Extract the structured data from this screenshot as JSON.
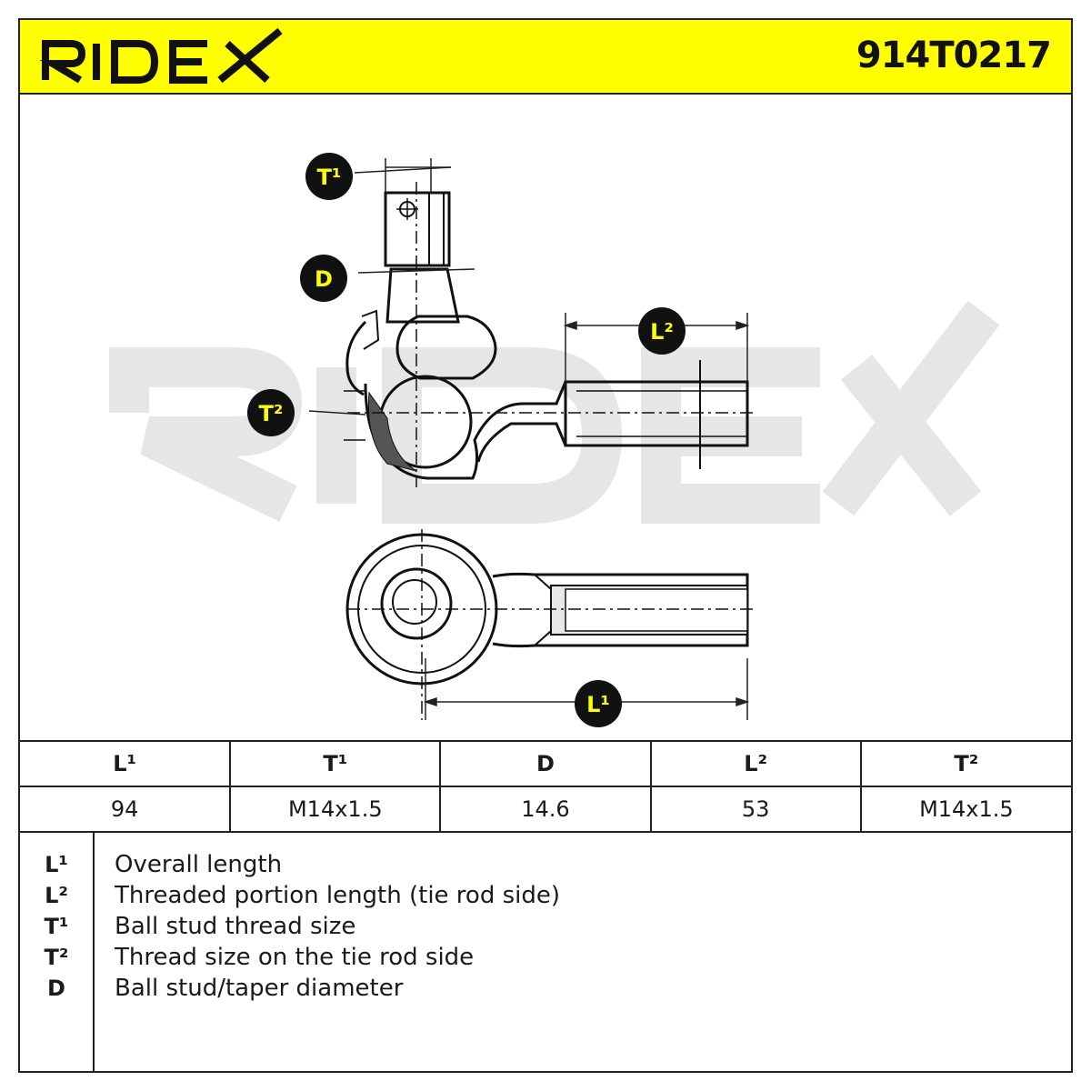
{
  "header": {
    "brand": "RIDEX",
    "part_number": "914T0217",
    "colors": {
      "brand_yellow": "#ffff00",
      "badge_bg": "#111111",
      "badge_text": "#ffff00"
    }
  },
  "diagram": {
    "watermark": "RIDEX",
    "labels": {
      "t1": "T¹",
      "d": "D",
      "t2": "T²",
      "l2": "L²",
      "l1": "L¹"
    }
  },
  "spec_table": {
    "headers": [
      "L¹",
      "T¹",
      "D",
      "L²",
      "T²"
    ],
    "values": [
      "94",
      "M14x1.5",
      "14.6",
      "53",
      "M14x1.5"
    ]
  },
  "legend": [
    {
      "symbol": "L¹",
      "text": "Overall length"
    },
    {
      "symbol": "L²",
      "text": "Threaded portion length (tie rod side)"
    },
    {
      "symbol": "T¹",
      "text": "Ball stud thread size"
    },
    {
      "symbol": "T²",
      "text": "Thread size on the tie rod side"
    },
    {
      "symbol": "D",
      "text": "Ball stud/taper diameter"
    }
  ]
}
